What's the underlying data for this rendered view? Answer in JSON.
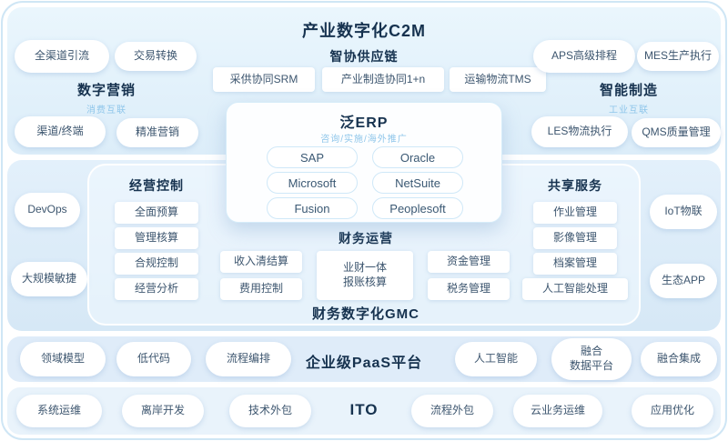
{
  "colors": {
    "accent_dark": "#16324f",
    "accent_light": "#8fc6ea",
    "band_blue": "#ddeefa",
    "pill_text": "#3d566f"
  },
  "c2m": {
    "title": "产业数字化C2M",
    "marketing": {
      "label": "数字营销",
      "sub": "消费互联",
      "pills": [
        "全渠道引流",
        "交易转换",
        "渠道/终端",
        "精准营销"
      ]
    },
    "supply": {
      "label": "智协供应链",
      "pills": [
        "采供协同SRM",
        "产业制造协同1+n",
        "运输物流TMS"
      ]
    },
    "manufacturing": {
      "label": "智能制造",
      "sub": "工业互联",
      "pills": [
        "APS高级排程",
        "MES生产执行",
        "LES物流执行",
        "QMS质量管理"
      ]
    }
  },
  "erp": {
    "title": "泛ERP",
    "sub": "咨询/实施/海外推广",
    "pills": [
      "SAP",
      "Oracle",
      "Microsoft",
      "NetSuite",
      "Fusion",
      "Peoplesoft"
    ]
  },
  "gmc": {
    "title": "财务数字化GMC",
    "operation_control": {
      "label": "经营控制",
      "pills": [
        "全面预算",
        "管理核算",
        "合规控制",
        "经营分析"
      ]
    },
    "shared_services": {
      "label": "共享服务",
      "pills": [
        "作业管理",
        "影像管理",
        "档案管理",
        "人工智能处理"
      ]
    },
    "finance_ops": {
      "label": "财务运营",
      "left": [
        "收入清结算",
        "费用控制"
      ],
      "center": "业财一体\n报账核算",
      "right": [
        "资金管理",
        "税务管理"
      ]
    },
    "side_left": [
      "DevOps",
      "大规模敏捷"
    ],
    "side_right": [
      "IoT物联",
      "生态APP"
    ]
  },
  "paas": {
    "title": "企业级PaaS平台",
    "left": [
      "领域模型",
      "低代码",
      "流程编排"
    ],
    "right": [
      "人工智能",
      "融合\n数据平台",
      "融合集成"
    ]
  },
  "ito": {
    "title": "ITO",
    "left": [
      "系统运维",
      "离岸开发",
      "技术外包"
    ],
    "right": [
      "流程外包",
      "云业务运维",
      "应用优化"
    ]
  }
}
